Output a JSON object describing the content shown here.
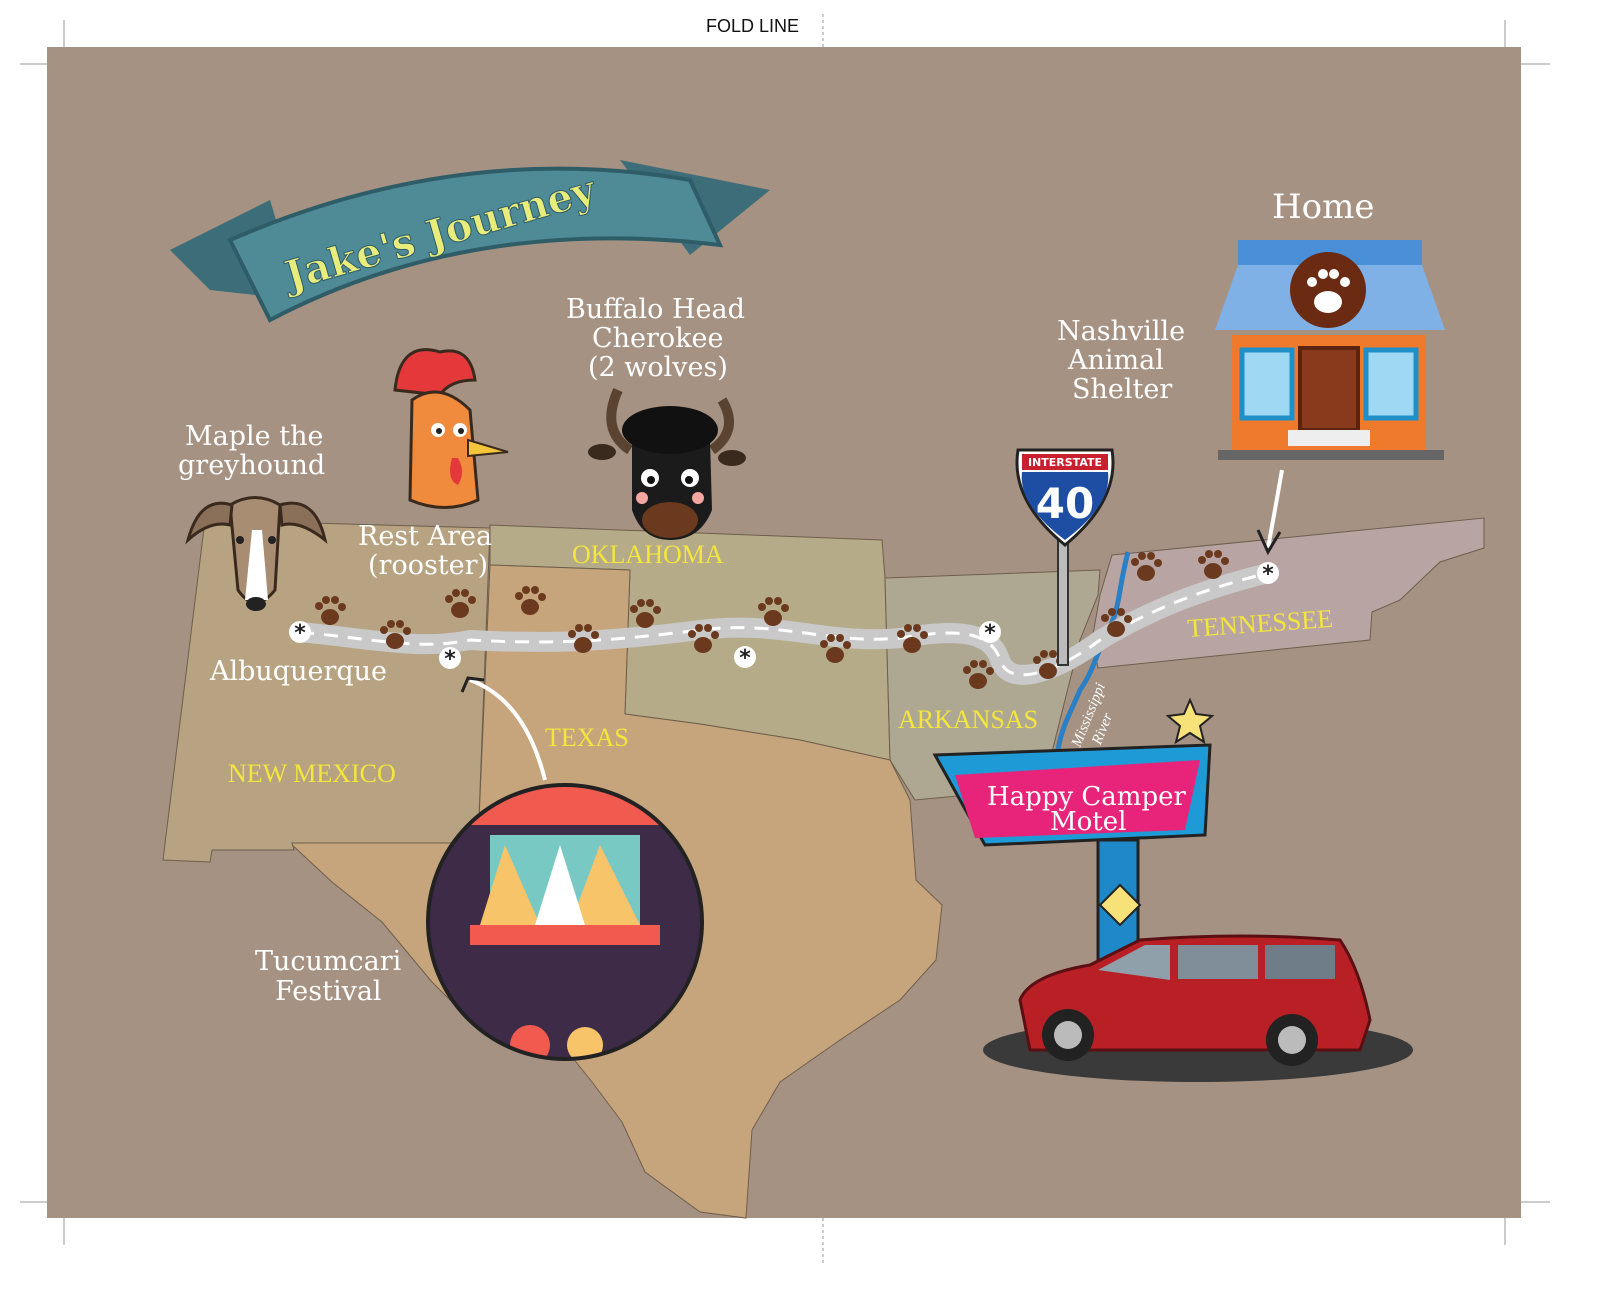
{
  "fold_line": "FOLD LINE",
  "title": "Jake's Journey",
  "labels": {
    "maple": [
      "Maple the",
      "greyhound"
    ],
    "rooster": [
      "Rest Area",
      "(rooster)"
    ],
    "buffalo": [
      "Buffalo Head",
      "Cherokee",
      "(2 wolves)"
    ],
    "shelter": [
      "Nashville",
      "Animal",
      "Shelter"
    ],
    "home": "Home",
    "albuquerque": "Albuquerque",
    "festival": [
      "Tucumcari",
      "Festival"
    ],
    "motel": [
      "Happy Camper",
      "Motel"
    ],
    "river": [
      "Mississippi",
      "River"
    ]
  },
  "states": {
    "new_mexico": "NEW MEXICO",
    "texas": "TEXAS",
    "oklahoma": "OKLAHOMA",
    "arkansas": "ARKANSAS",
    "tennessee": "TENNESSEE"
  },
  "interstate": {
    "header": "INTERSTATE",
    "number": "40"
  },
  "colors": {
    "background": "#a69282",
    "new_mexico": "#b7a381",
    "texas": "#c6a47c",
    "oklahoma": "#b5ab89",
    "arkansas": "#aea893",
    "tennessee": "#b8a4a3",
    "paw": "#6b3a1e",
    "state_label": "#f3e63c",
    "banner": "#4f8a97"
  }
}
